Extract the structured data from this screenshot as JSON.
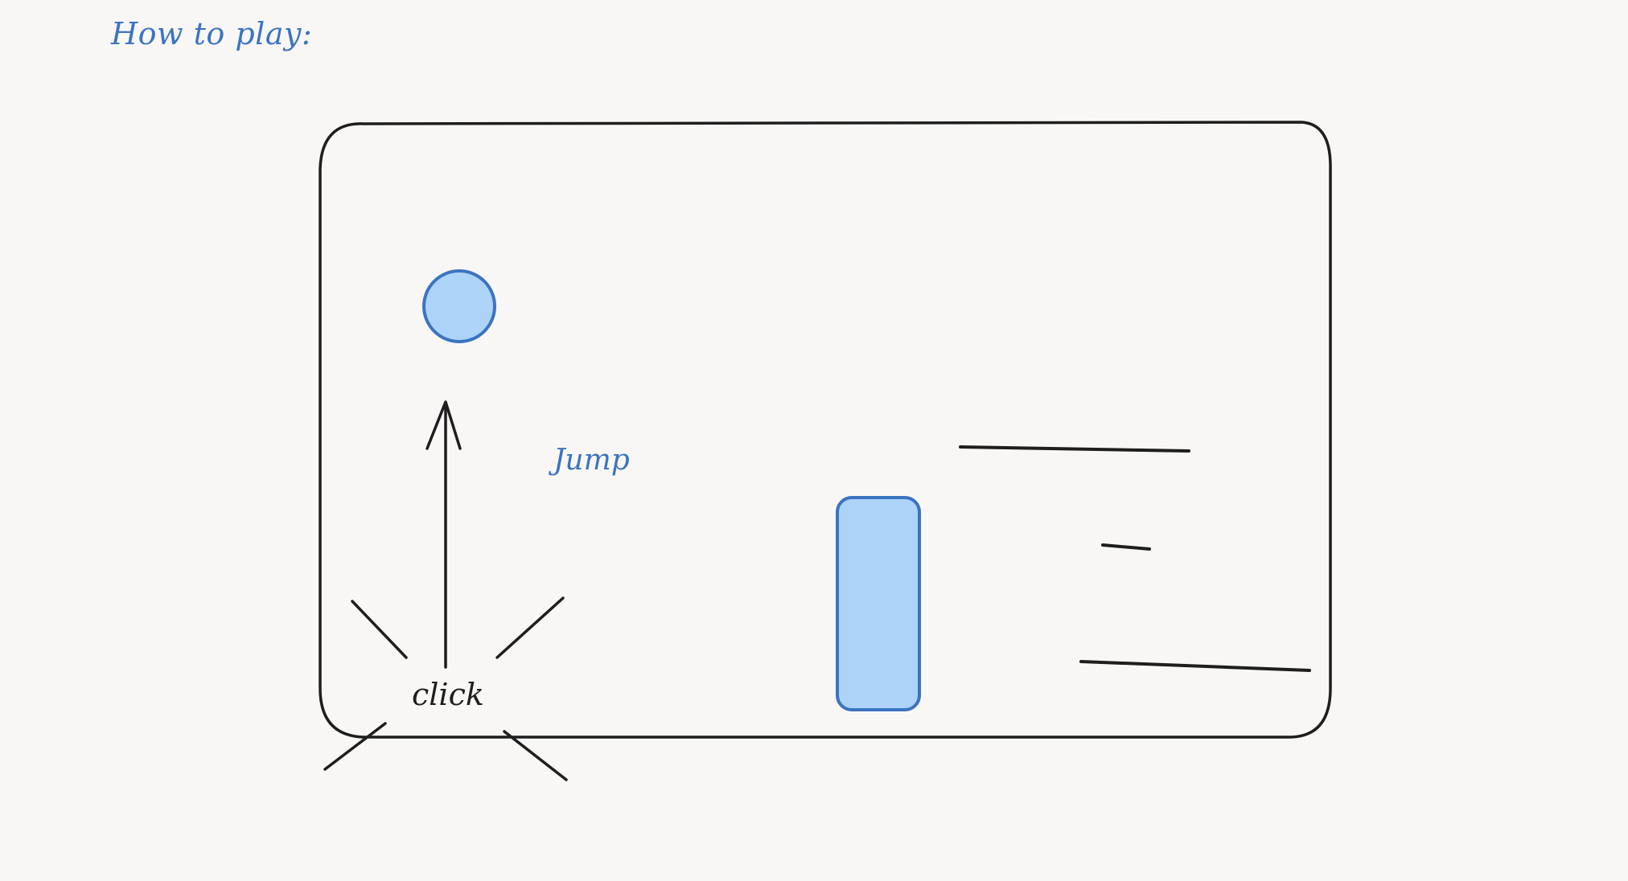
{
  "title": "How to play:",
  "labels": {
    "jump": "Jump",
    "click": "click"
  },
  "colors": {
    "background": "#f9f7f5",
    "stroke": "#1e1e1e",
    "accent": "#3b74c0",
    "fill": "#aed3f9"
  },
  "icons": {
    "player": "circle",
    "obstacle": "rounded-rectangle",
    "arrow": "up-arrow",
    "click_burst": "click-rays"
  }
}
